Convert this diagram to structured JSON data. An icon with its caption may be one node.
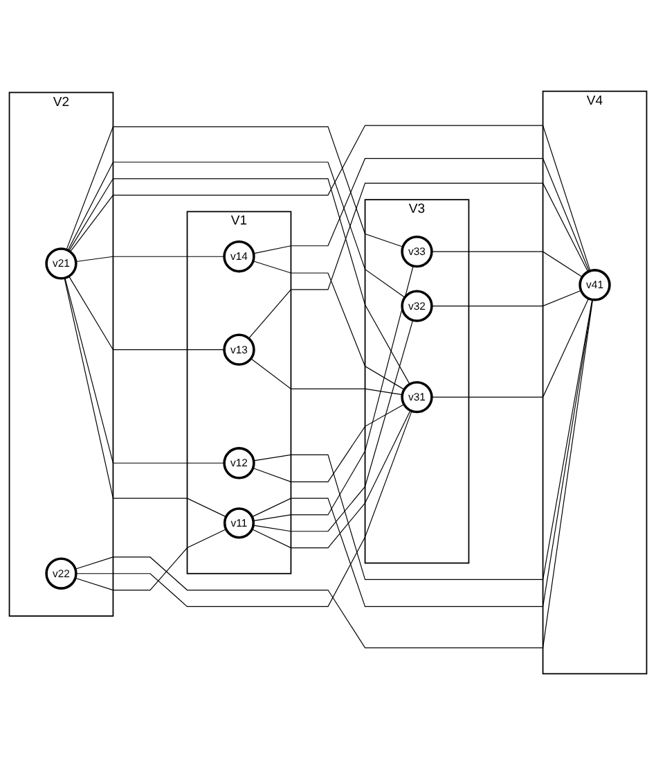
{
  "diagram": {
    "nodes": [
      {
        "text": [
          "V2"
        ]
      },
      {
        "text": [
          "v21"
        ],
        "in": 0
      },
      {
        "text": [
          "v22"
        ],
        "in": 0
      },
      {
        "text": [
          "V1"
        ]
      },
      {
        "text": [
          "v11"
        ],
        "in": 3
      },
      {
        "text": [
          "v12"
        ],
        "in": 3
      },
      {
        "text": [
          "v13"
        ],
        "in": 3
      },
      {
        "text": [
          "v14"
        ],
        "in": 3
      },
      {
        "text": [
          "V3"
        ]
      },
      {
        "text": [
          "v31"
        ],
        "in": 8
      },
      {
        "text": [
          "v32"
        ],
        "in": 8
      },
      {
        "text": [
          "v33"
        ],
        "in": 8
      },
      {
        "text": [
          "V4"
        ]
      },
      {
        "text": [
          "v41"
        ],
        "in": 12
      }
    ],
    "edges": [
      {
        "from": 1,
        "to": 4,
        "arrow": "none"
      },
      {
        "from": 1,
        "to": 5,
        "arrow": "none"
      },
      {
        "from": 1,
        "to": 6,
        "arrow": "none"
      },
      {
        "from": 1,
        "to": 7,
        "arrow": "none"
      },
      {
        "from": 1,
        "to": 13,
        "arrow": "none"
      },
      {
        "from": 1,
        "to": 9,
        "arrow": "none"
      },
      {
        "from": 1,
        "to": 10,
        "arrow": "none"
      },
      {
        "from": 1,
        "to": 11,
        "arrow": "none"
      },
      {
        "from": 2,
        "to": 4,
        "arrow": "none"
      },
      {
        "from": 2,
        "to": 9,
        "arrow": "none"
      },
      {
        "from": 2,
        "to": 13,
        "arrow": "none"
      },
      {
        "from": 4,
        "to": 9,
        "arrow": "none"
      },
      {
        "from": 4,
        "to": 10,
        "arrow": "none"
      },
      {
        "from": 4,
        "to": 11,
        "arrow": "none"
      },
      {
        "from": 4,
        "to": 13,
        "arrow": "none"
      },
      {
        "from": 5,
        "to": 9,
        "arrow": "none"
      },
      {
        "from": 5,
        "to": 13,
        "arrow": "none"
      },
      {
        "from": 6,
        "to": 9,
        "arrow": "none"
      },
      {
        "from": 6,
        "to": 13,
        "arrow": "none"
      },
      {
        "from": 7,
        "to": 9,
        "arrow": "none"
      },
      {
        "from": 7,
        "to": 13,
        "arrow": "none"
      },
      {
        "from": 9,
        "to": 13,
        "arrow": "none"
      },
      {
        "from": 10,
        "to": 13,
        "arrow": "none"
      },
      {
        "from": 11,
        "to": 13,
        "arrow": "none"
      }
    ]
  }
}
